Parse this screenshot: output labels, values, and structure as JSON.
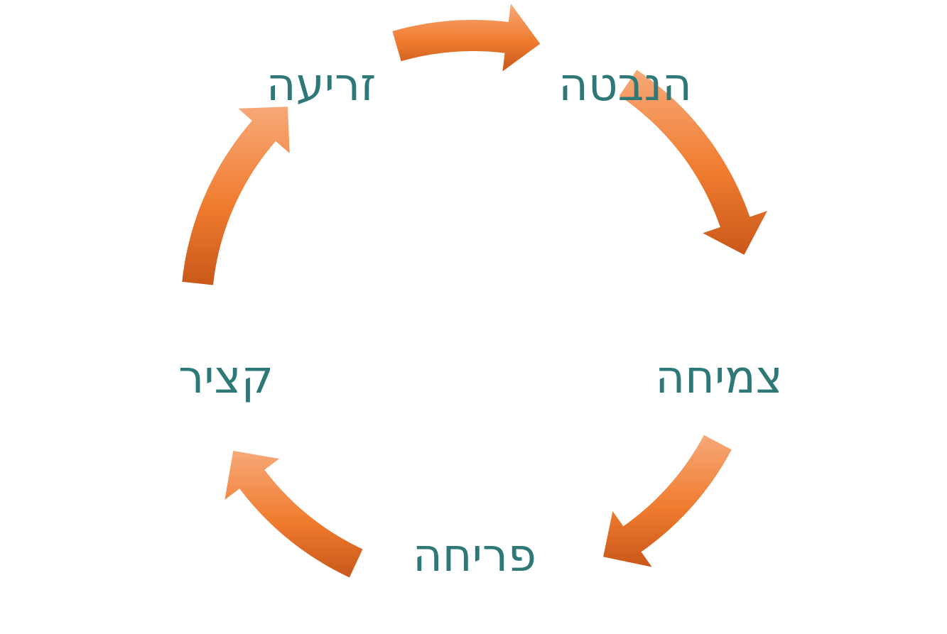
{
  "colors": {
    "arrow_fill": "#f07c2f",
    "arrow_highlight": "#f7a878",
    "arrow_shadow": "#c9581a",
    "label_text": "#2f7878"
  },
  "stages": [
    {
      "id": "sowing",
      "label": "זריעה"
    },
    {
      "id": "sprouting",
      "label": "הנבטה"
    },
    {
      "id": "growth",
      "label": "צמיחה"
    },
    {
      "id": "flowering",
      "label": "פריחה"
    },
    {
      "id": "harvest",
      "label": "קציר"
    }
  ],
  "arrows": [
    {
      "from": "sowing",
      "to": "sprouting"
    },
    {
      "from": "sprouting",
      "to": "growth"
    },
    {
      "from": "growth",
      "to": "flowering"
    },
    {
      "from": "flowering",
      "to": "harvest"
    },
    {
      "from": "harvest",
      "to": "sowing"
    }
  ]
}
